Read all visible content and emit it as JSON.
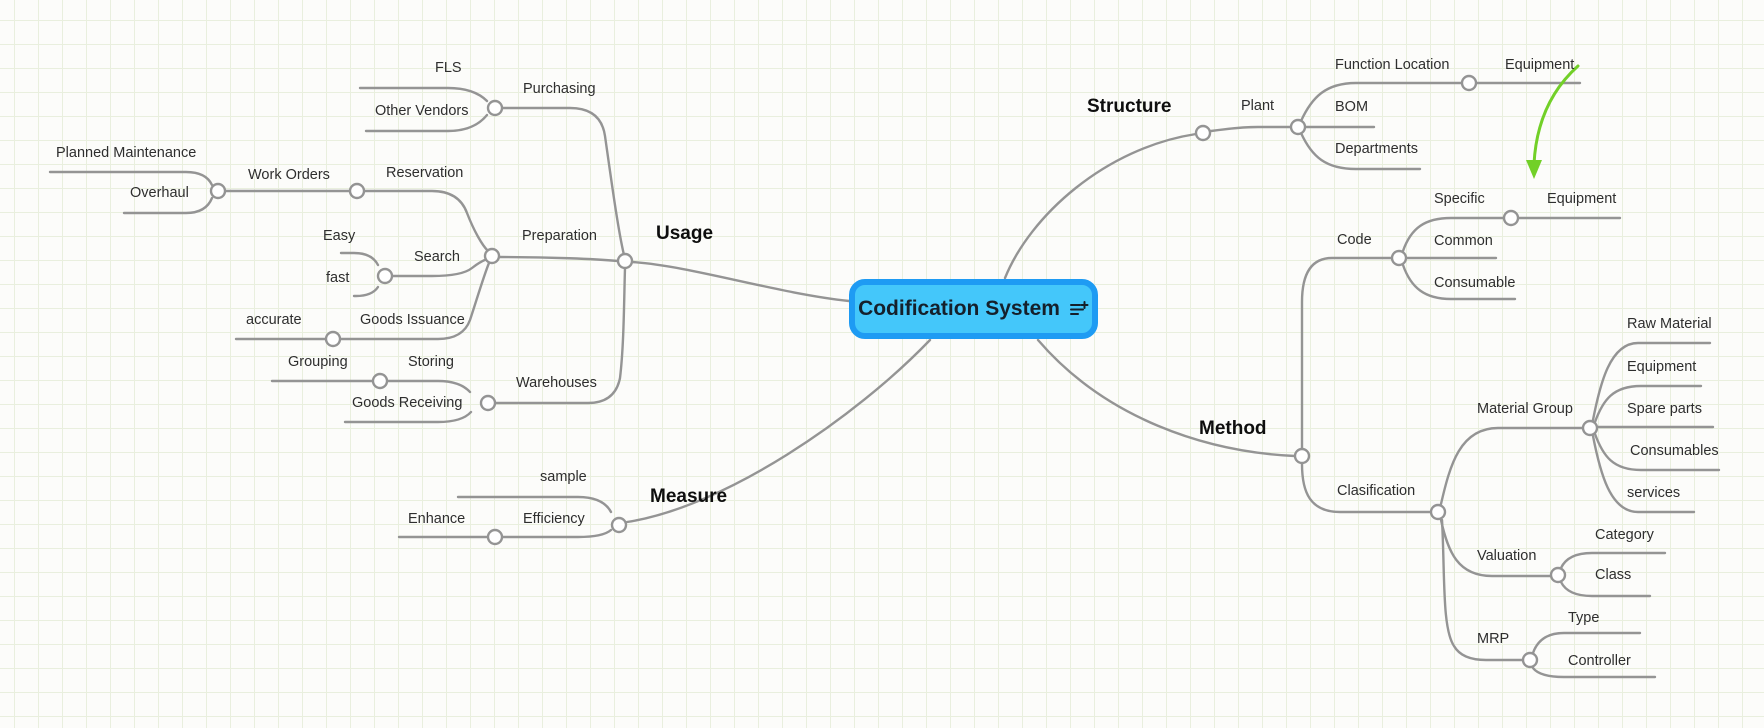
{
  "root": {
    "label": "Codification System",
    "badge_icon": "add-notes-icon"
  },
  "branches": {
    "usage": {
      "label": "Usage",
      "purchasing": {
        "label": "Purchasing",
        "fls": {
          "label": "FLS"
        },
        "other_vendors": {
          "label": "Other Vendors"
        }
      },
      "preparation": {
        "label": "Preparation",
        "reservation": {
          "label": "Reservation",
          "work_orders": {
            "label": "Work Orders",
            "planned_maintenance": {
              "label": "Planned Maintenance"
            },
            "overhaul": {
              "label": "Overhaul"
            }
          }
        },
        "search": {
          "label": "Search",
          "easy": {
            "label": "Easy"
          },
          "fast": {
            "label": "fast"
          }
        },
        "goods_issuance": {
          "label": "Goods Issuance",
          "accurate": {
            "label": "accurate"
          }
        }
      },
      "warehouses": {
        "label": "Warehouses",
        "storing": {
          "label": "Storing",
          "grouping": {
            "label": "Grouping"
          }
        },
        "goods_receiving": {
          "label": "Goods Receiving"
        }
      }
    },
    "measure": {
      "label": "Measure",
      "sample": {
        "label": "sample"
      },
      "efficiency": {
        "label": "Efficiency",
        "enhance": {
          "label": "Enhance"
        }
      }
    },
    "structure": {
      "label": "Structure",
      "plant": {
        "label": "Plant",
        "function_location": {
          "label": "Function Location",
          "equipment": {
            "label": "Equipment"
          }
        },
        "bom": {
          "label": "BOM"
        },
        "departments": {
          "label": "Departments"
        }
      }
    },
    "method": {
      "label": "Method",
      "code": {
        "label": "Code",
        "specific": {
          "label": "Specific",
          "equipment": {
            "label": "Equipment"
          }
        },
        "common": {
          "label": "Common"
        },
        "consumable": {
          "label": "Consumable"
        }
      },
      "clasification": {
        "label": "Clasification",
        "material_group": {
          "label": "Material Group",
          "raw_material": {
            "label": "Raw Material"
          },
          "equipment": {
            "label": "Equipment"
          },
          "spare_parts": {
            "label": "Spare parts"
          },
          "consumables": {
            "label": "Consumables"
          },
          "services": {
            "label": "services"
          }
        },
        "valuation": {
          "label": "Valuation",
          "category": {
            "label": "Category"
          },
          "class": {
            "label": "Class"
          }
        },
        "mrp": {
          "label": "MRP",
          "type": {
            "label": "Type"
          },
          "controller": {
            "label": "Controller"
          }
        }
      }
    }
  },
  "colors": {
    "background": "#FCFCFA",
    "grid_line": "#E9EFDE",
    "edge": "#949494",
    "node_fill": "#44C7FA",
    "node_border": "#1E9BF3",
    "arrow_green": "#72D028",
    "text": "#2E2E2E"
  }
}
